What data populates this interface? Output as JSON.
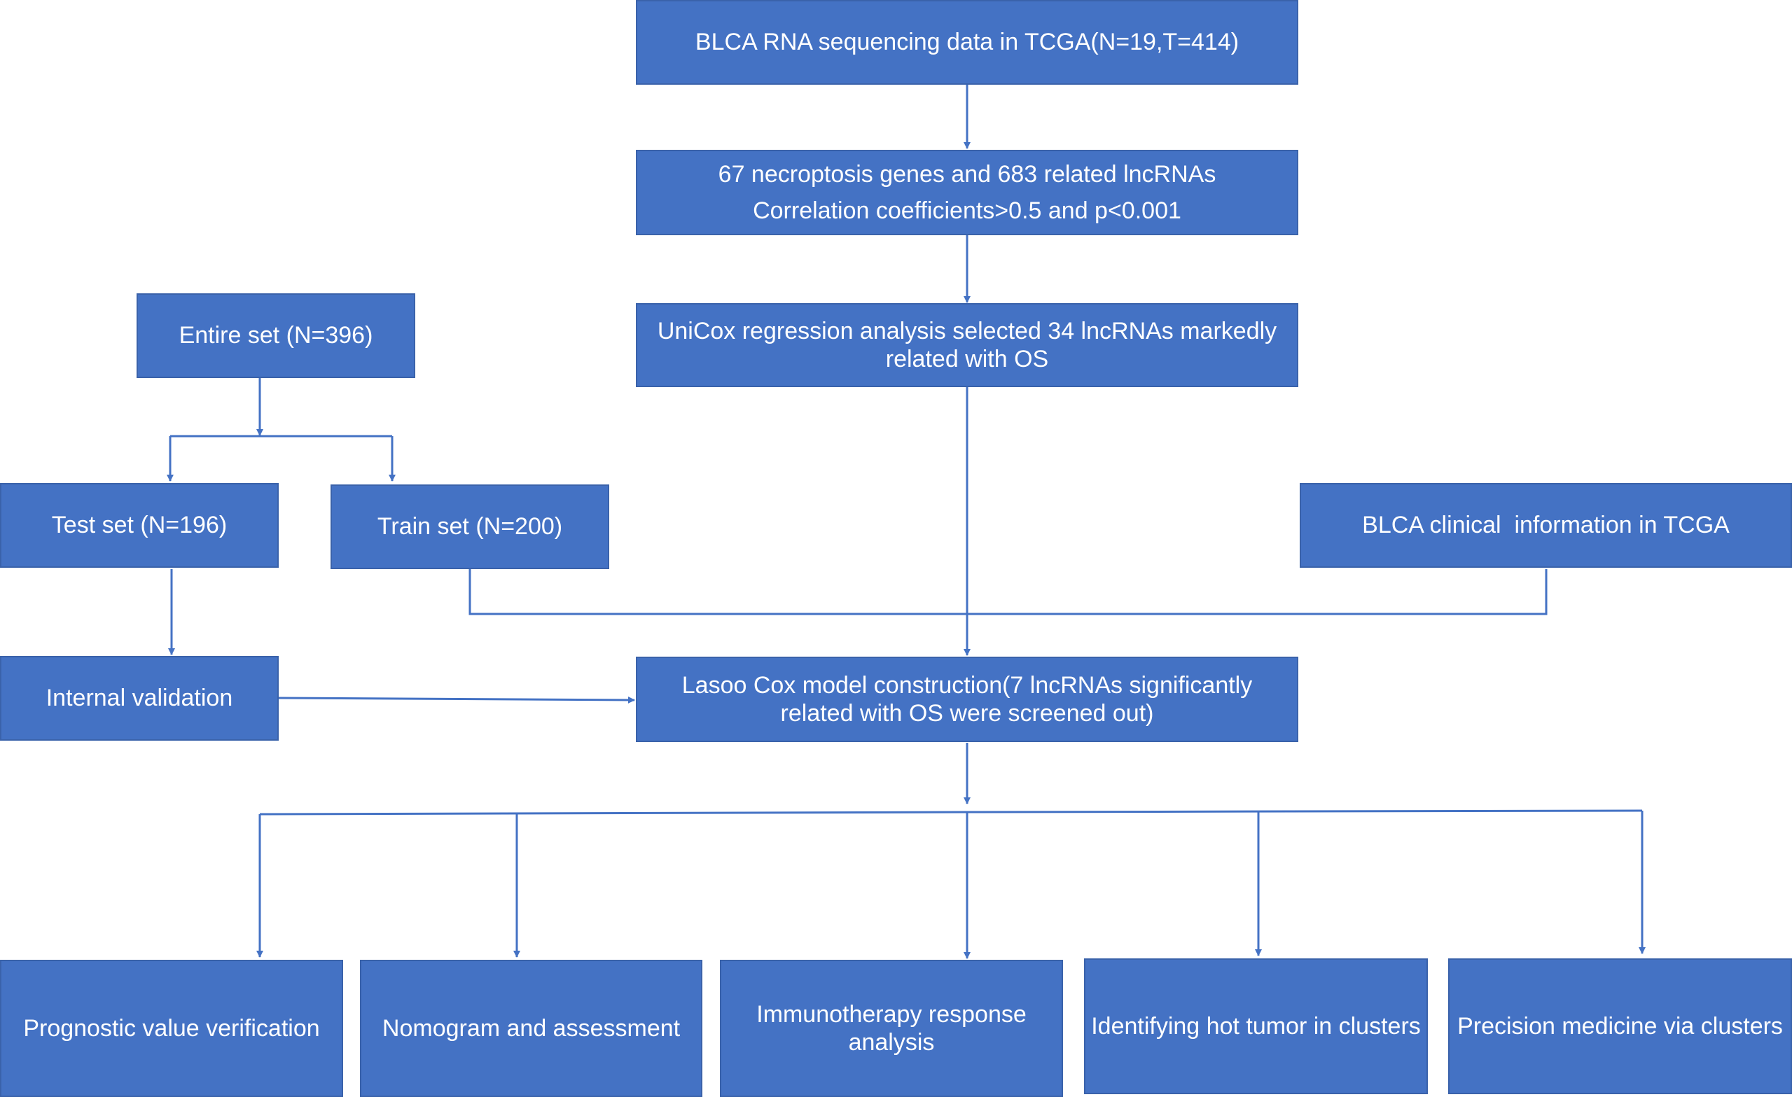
{
  "nodes": {
    "rna_seq": "BLCA RNA sequencing data in TCGA(N=19,T=414)",
    "necroptosis_line1": "67 necroptosis genes and 683 related lncRNAs",
    "necroptosis_line2": "Correlation coefficients>0.5 and p<0.001",
    "unicox": "UniCox regression analysis selected 34 lncRNAs markedly related with OS",
    "entire_set": "Entire set (N=396)",
    "test_set": "Test set (N=196)",
    "train_set": "Train set (N=200)",
    "clinical_info": "BLCA clinical  information in TCGA",
    "internal_validation": "Internal validation",
    "lasso_model": "Lasoo Cox model construction(7 lncRNAs significantly related with OS were screened out)",
    "prognostic": "Prognostic value verification",
    "nomogram": "Nomogram and assessment",
    "immunotherapy": "Immunotherapy response analysis",
    "hot_tumor": "Identifying hot tumor in clusters",
    "precision": "Precision medicine via clusters"
  },
  "colors": {
    "box_fill": "#4472C4",
    "box_border": "#3A62AA",
    "connector": "#4472C4",
    "text": "#FFFFFF"
  }
}
